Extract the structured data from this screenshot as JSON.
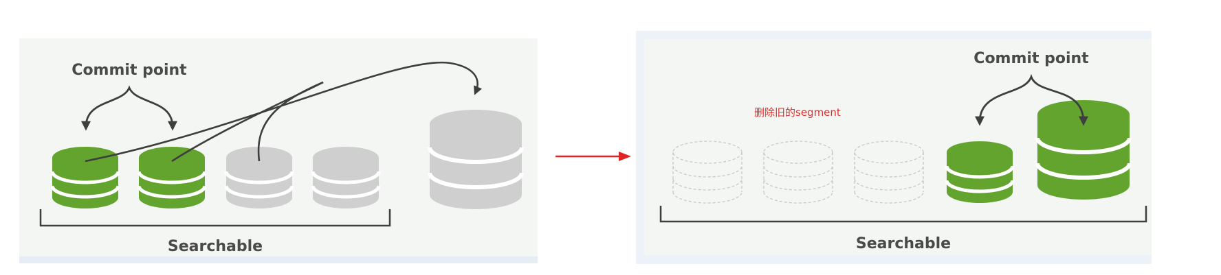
{
  "left_panel": {
    "commit_point_label": "Commit point",
    "searchable_label": "Searchable"
  },
  "right_panel": {
    "commit_point_label": "Commit point",
    "delete_note": "删除旧的segment",
    "searchable_label": "Searchable"
  },
  "colors": {
    "segment_green": "#63a42f",
    "segment_gray": "#cfcfcf",
    "panel_background": "#f3f6f2",
    "arrow_red": "#e02424",
    "line_dark": "#3e3e3e"
  }
}
